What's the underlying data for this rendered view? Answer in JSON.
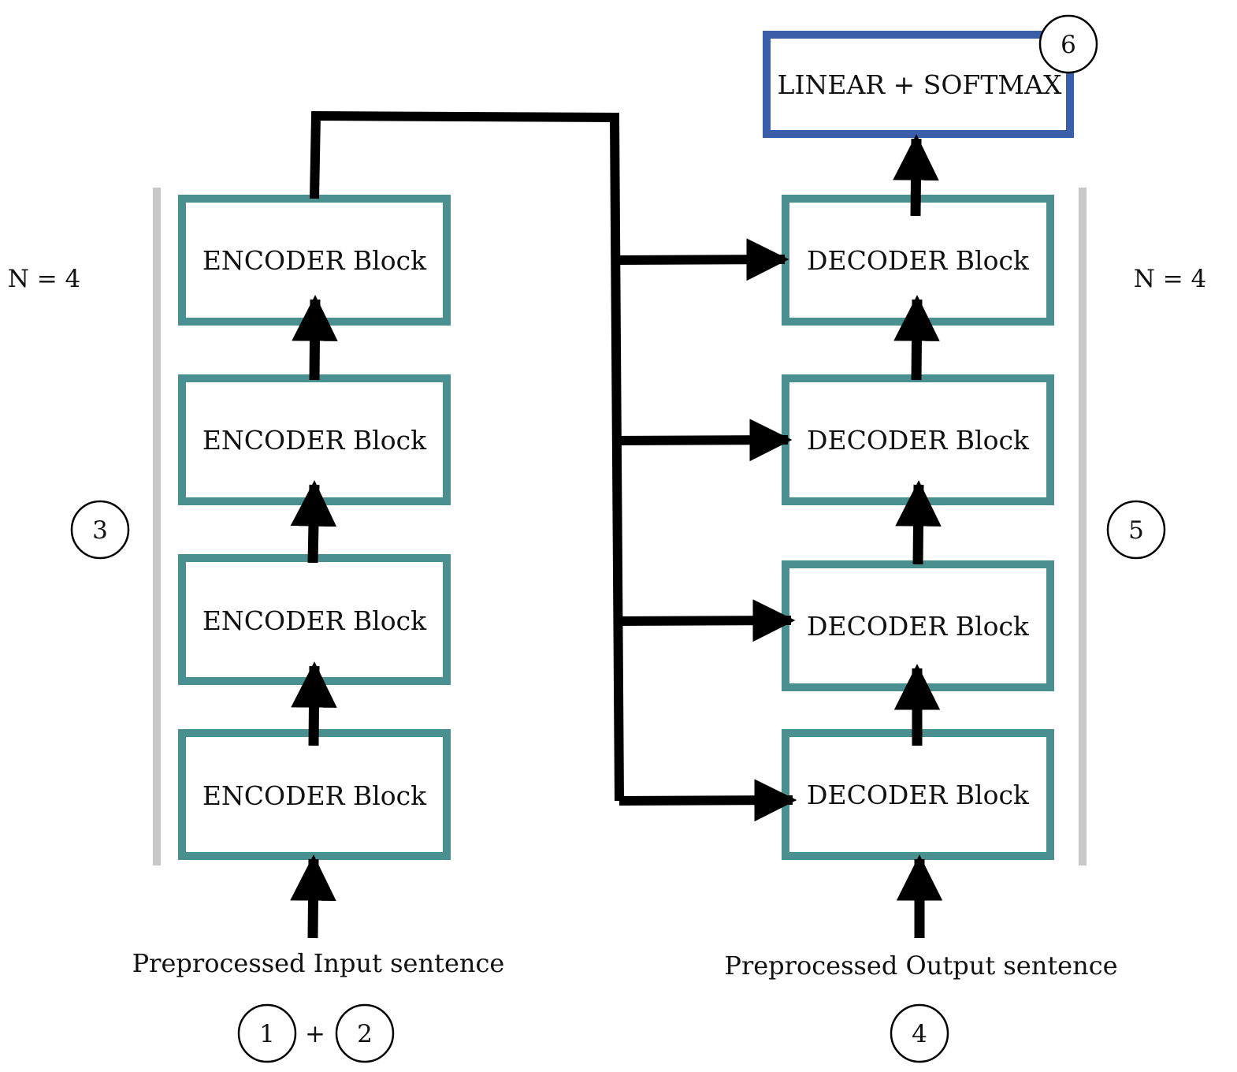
{
  "encoder": {
    "blocks": [
      "ENCODER Block",
      "ENCODER Block",
      "ENCODER Block",
      "ENCODER Block"
    ],
    "count_label": "N = 4",
    "input_caption": "Preprocessed Input sentence",
    "group_marker": "3",
    "input_markers": [
      "1",
      "2"
    ],
    "plus": "+"
  },
  "decoder": {
    "blocks": [
      "DECODER Block",
      "DECODER Block",
      "DECODER Block",
      "DECODER Block"
    ],
    "count_label": "N = 4",
    "input_caption": "Preprocessed Output sentence",
    "group_marker": "5",
    "input_marker": "4"
  },
  "output": {
    "label": "LINEAR + SOFTMAX",
    "marker": "6"
  },
  "colors": {
    "block_border": "#4a9090",
    "output_border": "#3a5ea8",
    "bracket": "#c8c8c8",
    "arrow": "#000000"
  }
}
